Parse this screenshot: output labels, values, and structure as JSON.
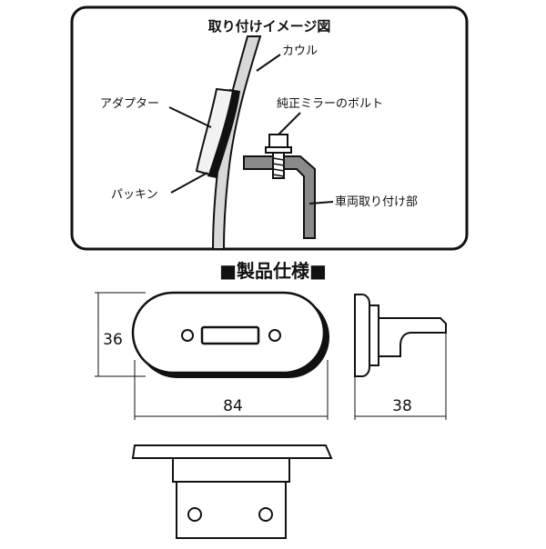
{
  "install_diagram": {
    "title": "取り付けイメージ図",
    "labels": {
      "cowl": "カウル",
      "adapter": "アダプター",
      "bolt": "純正ミラーのボルト",
      "packing": "パッキン",
      "mount": "車両取り付け部"
    }
  },
  "specs": {
    "title": "■製品仕様■",
    "dimensions": {
      "height": "36",
      "width": "84",
      "depth": "38"
    }
  },
  "colors": {
    "frame": "#111111",
    "panel": "#b0b0b0",
    "panel_light": "#d8d8d8",
    "mount_fill": "#8a8a8a"
  }
}
